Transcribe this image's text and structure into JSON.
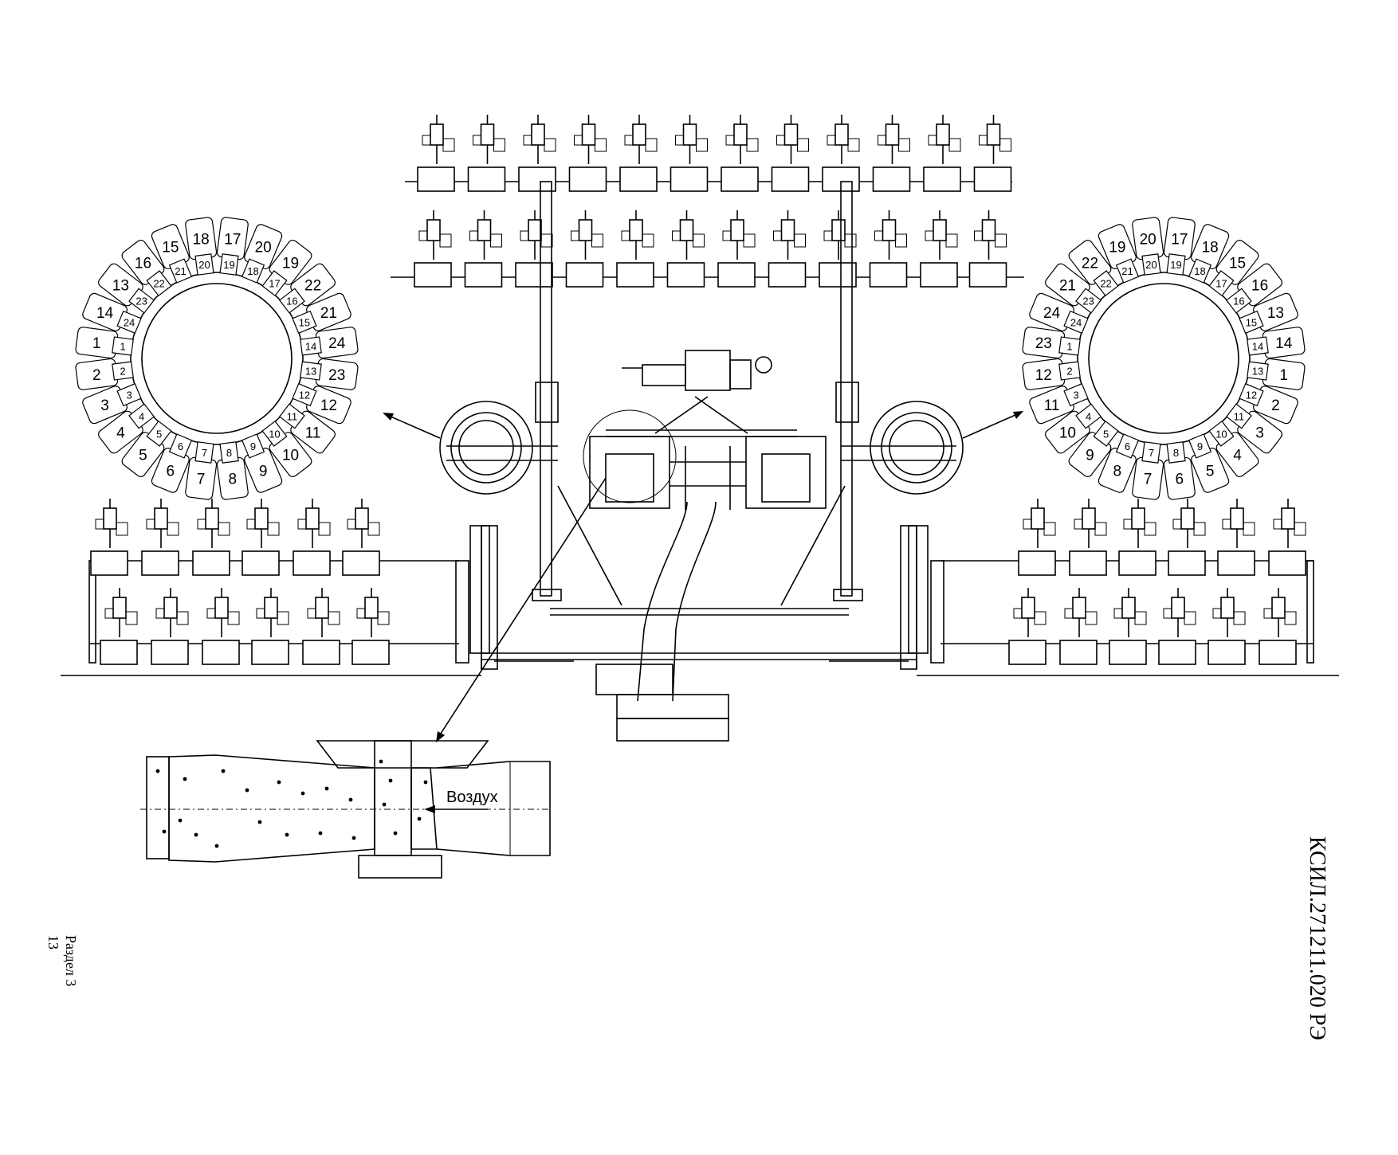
{
  "drawing": {
    "document_code": "КСИЛ.271211.020 РЭ",
    "section": {
      "label": "Раздел 3",
      "page": "13"
    },
    "air_label": "Воздух",
    "left_ring": {
      "outer_labels": [
        "18",
        "17",
        "20",
        "19",
        "22",
        "21",
        "24",
        "23",
        "12",
        "11",
        "10",
        "9",
        "8",
        "7",
        "6",
        "5",
        "4",
        "3",
        "2",
        "1",
        "14",
        "13",
        "16",
        "15"
      ],
      "inner_labels": [
        "20",
        "19",
        "18",
        "17",
        "16",
        "15",
        "14",
        "13",
        "12",
        "11",
        "10",
        "9",
        "8",
        "7",
        "6",
        "5",
        "4",
        "3",
        "2",
        "1",
        "24",
        "23",
        "22",
        "21"
      ]
    },
    "right_ring": {
      "outer_labels": [
        "17",
        "18",
        "15",
        "16",
        "13",
        "14",
        "1",
        "2",
        "3",
        "4",
        "5",
        "6",
        "7",
        "8",
        "9",
        "10",
        "11",
        "12",
        "23",
        "24",
        "21",
        "22",
        "19",
        "20"
      ],
      "inner_labels": [
        "19",
        "18",
        "17",
        "16",
        "15",
        "14",
        "13",
        "12",
        "11",
        "10",
        "9",
        "8",
        "7",
        "6",
        "5",
        "4",
        "3",
        "2",
        "1",
        "24",
        "23",
        "22",
        "21",
        "20"
      ]
    }
  }
}
